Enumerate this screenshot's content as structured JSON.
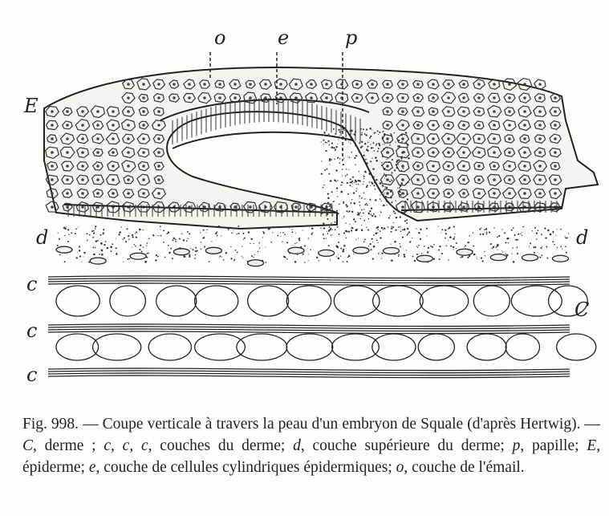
{
  "figure": {
    "labels": {
      "o": "o",
      "e": "e",
      "p": "p",
      "E": "E",
      "d_left": "d",
      "d_right": "d",
      "c1": "c",
      "c2": "c",
      "c3": "c",
      "C": "C"
    }
  },
  "caption": {
    "fig_number": "Fig. 998.",
    "title": "— Coupe verticale à travers la peau d'un embryon de Squale (d'après Hertwig).",
    "legend": [
      {
        "key": "C",
        "text": "derme"
      },
      {
        "key": "c, c, c",
        "text": "couches du derme"
      },
      {
        "key": "d",
        "text": "couche supérieure du derme"
      },
      {
        "key": "p",
        "text": "papille"
      },
      {
        "key": "E",
        "text": "épiderme"
      },
      {
        "key": "e",
        "text": "couche de cellules cylindriques épidermiques"
      },
      {
        "key": "o",
        "text": "couche de l'émail"
      }
    ]
  }
}
